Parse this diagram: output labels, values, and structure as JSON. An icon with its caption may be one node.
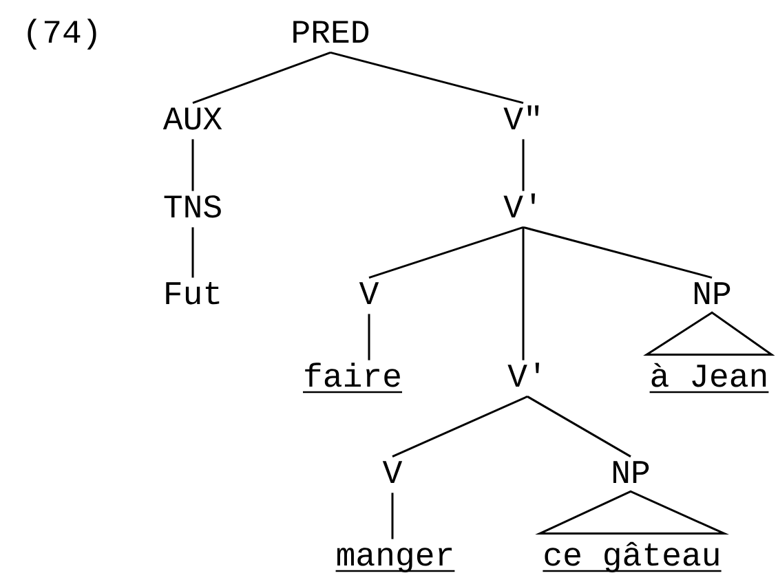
{
  "diagram": {
    "nodes": [
      {
        "text": [
          "PRED"
        ]
      },
      {
        "text": [
          "AUX"
        ]
      },
      {
        "text": [
          "V\""
        ]
      },
      {
        "text": [
          "TNS"
        ]
      },
      {
        "text": [
          "V'"
        ]
      },
      {
        "text": [
          "Fut"
        ]
      },
      {
        "text": [
          "V"
        ]
      },
      {
        "text": [
          "NP"
        ]
      },
      {
        "text": [
          "faire"
        ]
      },
      {
        "text": [
          "V'"
        ]
      },
      {
        "text": [
          "à Jean"
        ]
      },
      {
        "text": [
          "V"
        ]
      },
      {
        "text": [
          "NP"
        ]
      },
      {
        "text": [
          "manger"
        ]
      },
      {
        "text": [
          "ce gâteau"
        ]
      }
    ],
    "edges": [
      {
        "from": 0,
        "to": 1,
        "arrow": "none"
      },
      {
        "from": 0,
        "to": 2,
        "arrow": "none"
      },
      {
        "from": 1,
        "to": 3,
        "arrow": "none"
      },
      {
        "from": 3,
        "to": 5,
        "arrow": "none"
      },
      {
        "from": 2,
        "to": 4,
        "arrow": "none"
      },
      {
        "from": 4,
        "to": 6,
        "arrow": "none"
      },
      {
        "from": 4,
        "to": 9,
        "arrow": "none"
      },
      {
        "from": 4,
        "to": 7,
        "arrow": "none"
      },
      {
        "from": 6,
        "to": 8,
        "arrow": "none"
      },
      {
        "from": 7,
        "to": 10,
        "arrow": "none"
      },
      {
        "from": 9,
        "to": 11,
        "arrow": "none"
      },
      {
        "from": 9,
        "to": 12,
        "arrow": "none"
      },
      {
        "from": 11,
        "to": 13,
        "arrow": "none"
      },
      {
        "from": 12,
        "to": 14,
        "arrow": "none"
      }
    ],
    "labels": [
      "(74)"
    ]
  }
}
